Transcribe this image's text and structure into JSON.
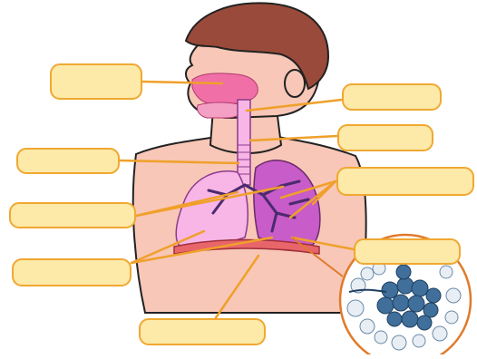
{
  "diagram": {
    "colors": {
      "box_fill": "#fde9a8",
      "box_border": "#f0a832",
      "leader_line": "#f0a02a",
      "skin": "#f8c7b7",
      "hair": "#9a4a3a",
      "airway": "#f06fa6",
      "lung_left": "#f7b6e6",
      "lung_right": "#c85cc8",
      "bronchi": "#4b2a6e",
      "diaphragm": "#e8656a",
      "alveoli": "#3f6f9a"
    },
    "labels": [
      {
        "id": "nasal-cavity",
        "text": ""
      },
      {
        "id": "pharynx",
        "text": ""
      },
      {
        "id": "larynx",
        "text": ""
      },
      {
        "id": "trachea",
        "text": ""
      },
      {
        "id": "bronchi",
        "text": ""
      },
      {
        "id": "left-lung",
        "text": ""
      },
      {
        "id": "right-lung",
        "text": ""
      },
      {
        "id": "alveoli",
        "text": ""
      },
      {
        "id": "diaphragm",
        "text": ""
      }
    ]
  }
}
